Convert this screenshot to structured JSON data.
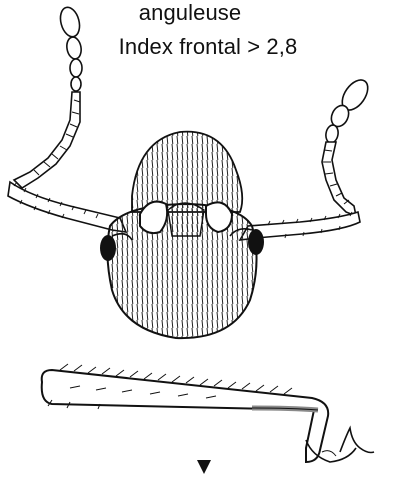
{
  "caption": {
    "line1": "anguleuse",
    "line2": "Index frontal > 2,8"
  },
  "figure": {
    "subjects": [
      "ant-head-frontal-view",
      "hind-tibia-with-spur"
    ],
    "ink_color": "#111111",
    "highlight_color": "#8a8a8a",
    "marker": "triangle-down-marker"
  }
}
